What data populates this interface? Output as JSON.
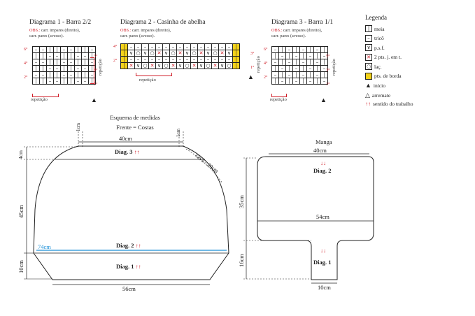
{
  "diagram1": {
    "title": "Diagrama 1 - Barra 2/2",
    "obs_label": "OBS.:",
    "obs_line1": "carr. impares (direito),",
    "obs_line2": "carr. pares (avesso).",
    "rows": [
      [
        "–",
        "–",
        "I",
        "I",
        "–",
        "–",
        "I",
        "I",
        "–"
      ],
      [
        "I",
        "I",
        "–",
        "–",
        "I",
        "I",
        "–",
        "–",
        "I"
      ],
      [
        "–",
        "–",
        "I",
        "I",
        "–",
        "–",
        "I",
        "I",
        "–"
      ],
      [
        "I",
        "I",
        "–",
        "–",
        "I",
        "I",
        "–",
        "–",
        "I"
      ],
      [
        "–",
        "–",
        "I",
        "I",
        "–",
        "–",
        "I",
        "I",
        "–"
      ],
      [
        "I",
        "I",
        "–",
        "–",
        "I",
        "I",
        "–",
        "–",
        "I"
      ]
    ],
    "left_labels": [
      "6°",
      "",
      "4°",
      "",
      "2°",
      ""
    ],
    "right_labels": [
      "",
      "5°",
      "",
      "3°",
      "",
      "1°"
    ],
    "repeat_side": "repetição",
    "repeat_bottom": "repetição"
  },
  "diagram2": {
    "title": "Diagrama 2 - Casinha de abelha",
    "obs_label": "OBS.:",
    "obs_line1": "carr. impares (direito),",
    "obs_line2": "carr. pares (avesso).",
    "rows": [
      [
        "Y",
        "–",
        "–",
        "–",
        "–",
        "–",
        "–",
        "–",
        "–",
        "–",
        "–",
        "–",
        "–",
        "–",
        "–",
        "–",
        "Y"
      ],
      [
        "Y",
        "V",
        "O",
        "V",
        "O",
        "X",
        "V",
        "O",
        "X",
        "V",
        "O",
        "X",
        "V",
        "O",
        "X",
        "V",
        "Y"
      ],
      [
        "Y",
        "–",
        "–",
        "–",
        "–",
        "–",
        "–",
        "–",
        "–",
        "–",
        "–",
        "–",
        "–",
        "–",
        "–",
        "–",
        "Y"
      ],
      [
        "Y",
        "X",
        "V",
        "O",
        "X",
        "V",
        "O",
        "X",
        "V",
        "O",
        "X",
        "V",
        "O",
        "X",
        "V",
        "O",
        "Y"
      ]
    ],
    "left_labels": [
      "4°",
      "",
      "2°",
      ""
    ],
    "right_labels": [
      "",
      "3°",
      "",
      "1°"
    ],
    "repeat_side": "repetição",
    "repeat_bottom": "repetição"
  },
  "diagram3": {
    "title": "Diagrama 3 - Barra 1/1",
    "obs_label": "OBS.:",
    "obs_line1": "carr. impares (direito),",
    "obs_line2": "carr. pares (avesso).",
    "rows": [
      [
        "–",
        "I",
        "–",
        "I",
        "–",
        "I",
        "–",
        "I"
      ],
      [
        "I",
        "–",
        "I",
        "–",
        "I",
        "–",
        "I",
        "–"
      ],
      [
        "–",
        "I",
        "–",
        "I",
        "–",
        "I",
        "–",
        "I"
      ],
      [
        "I",
        "–",
        "I",
        "–",
        "I",
        "–",
        "I",
        "–"
      ],
      [
        "–",
        "I",
        "–",
        "I",
        "–",
        "I",
        "–",
        "I"
      ],
      [
        "I",
        "–",
        "I",
        "–",
        "I",
        "–",
        "I",
        "–"
      ]
    ],
    "left_labels": [
      "6°",
      "",
      "4°",
      "",
      "2°",
      ""
    ],
    "right_labels": [
      "",
      "5°",
      "",
      "3°",
      "",
      "1°"
    ],
    "repeat_side": "repetição",
    "repeat_bottom": "repetição"
  },
  "legend": {
    "title": "Legenda",
    "items": [
      {
        "symbol": "I",
        "label": "meia"
      },
      {
        "symbol": "–",
        "label": "tricô"
      },
      {
        "symbol": "V",
        "label": "p.s.f."
      },
      {
        "symbol": "X",
        "label": "2 pts. j. em t."
      },
      {
        "symbol": "O",
        "label": "laç."
      },
      {
        "symbol": "Y",
        "label": "pts. de borda"
      },
      {
        "symbol": "▲",
        "label": "início"
      },
      {
        "symbol": "△",
        "label": "arremate"
      },
      {
        "symbol": "↑↑",
        "label": "sentido do trabalho"
      }
    ],
    "colors": {
      "accent": "#d0202a",
      "border_yellow": "#f3d21a",
      "blue": "#1a8fd8"
    }
  },
  "body_schema": {
    "title_line1": "Esquema de medidas",
    "title_line2": "Frente = Costas",
    "top_width": "40cm",
    "neck_left": "1cm",
    "neck_right": "1cm",
    "shoulder_drop": "4cm",
    "cava": "cava - 20cm",
    "body_height": "45cm",
    "rib_height": "10cm",
    "bust": "74cm",
    "bottom_width": "56cm",
    "diag3": "Diag. 3",
    "diag2": "Diag. 2",
    "diag1": "Diag. 1",
    "up_arrows": "↑↑"
  },
  "sleeve_schema": {
    "title": "Manga",
    "top_width": "40cm",
    "height": "35cm",
    "width": "54cm",
    "cuff_height": "16cm",
    "cuff_width": "10cm",
    "diag2": "Diag. 2",
    "diag1": "Diag. 1",
    "down_arrows": "↓↓"
  }
}
